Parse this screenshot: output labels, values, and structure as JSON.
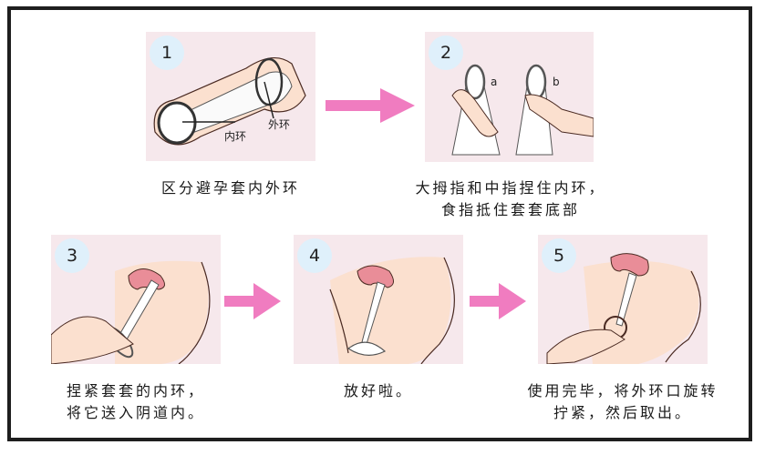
{
  "colors": {
    "frame_border": "#1e1e1e",
    "panel_bg": "#f6e8ec",
    "badge_bg": "#dff0fb",
    "arrow": "#f07cc0",
    "skin": "#fbe0cf",
    "uterus": "#e98d98",
    "outline": "#4a2a22"
  },
  "steps": [
    {
      "number": "1",
      "caption_lines": [
        "区分避孕套内外环"
      ],
      "labels": {
        "outer_ring": "外环",
        "inner_ring": "内环"
      }
    },
    {
      "number": "2",
      "caption_lines": [
        "大拇指和中指捏住内环，",
        "食指抵住套套底部"
      ],
      "labels": {
        "a": "a",
        "b": "b"
      }
    },
    {
      "number": "3",
      "caption_lines": [
        "捏紧套套的内环，",
        "将它送入阴道内。"
      ]
    },
    {
      "number": "4",
      "caption_lines": [
        "放好啦。"
      ]
    },
    {
      "number": "5",
      "caption_lines": [
        "使用完毕，将外环口旋转",
        "拧紧，然后取出。"
      ]
    }
  ],
  "arrows": [
    {
      "from": "1",
      "to": "2",
      "icon": "arrow-right-icon"
    },
    {
      "from": "3",
      "to": "4",
      "icon": "arrow-right-icon"
    },
    {
      "from": "4",
      "to": "5",
      "icon": "arrow-right-icon"
    }
  ]
}
